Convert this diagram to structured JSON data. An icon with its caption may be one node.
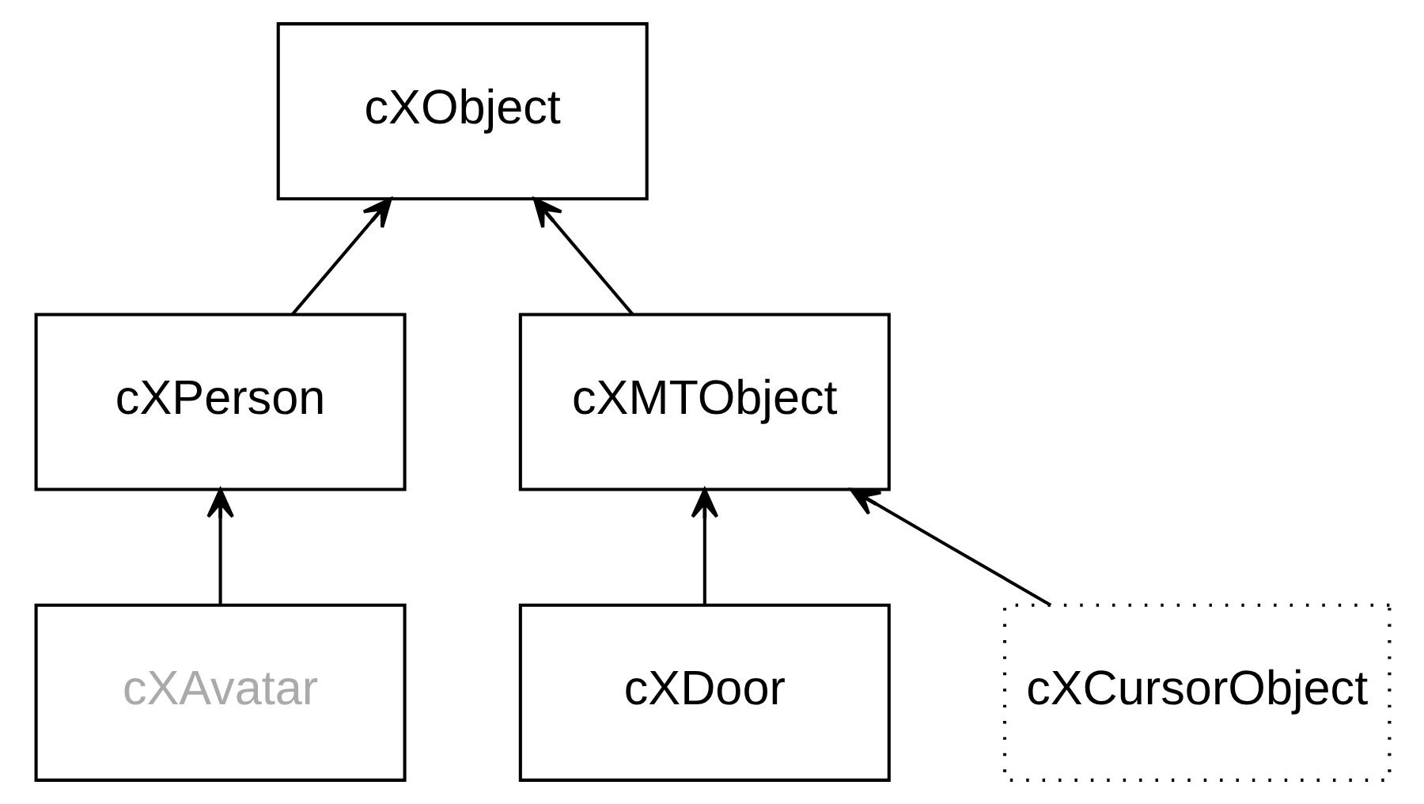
{
  "diagram": {
    "nodes": [
      {
        "text": [
          "cXObject"
        ]
      },
      {
        "text": [
          "cXPerson"
        ]
      },
      {
        "text": [
          "cXMTObject"
        ]
      },
      {
        "text": [
          "cXAvatar"
        ]
      },
      {
        "text": [
          "cXDoor"
        ]
      },
      {
        "text": [
          "cXCursorObject"
        ]
      }
    ],
    "edges": [
      {
        "from": 1,
        "to": 0,
        "arrow": "to"
      },
      {
        "from": 2,
        "to": 0,
        "arrow": "to"
      },
      {
        "from": 3,
        "to": 1,
        "arrow": "to"
      },
      {
        "from": 4,
        "to": 2,
        "arrow": "to"
      },
      {
        "from": 5,
        "to": 2,
        "arrow": "to"
      }
    ]
  }
}
